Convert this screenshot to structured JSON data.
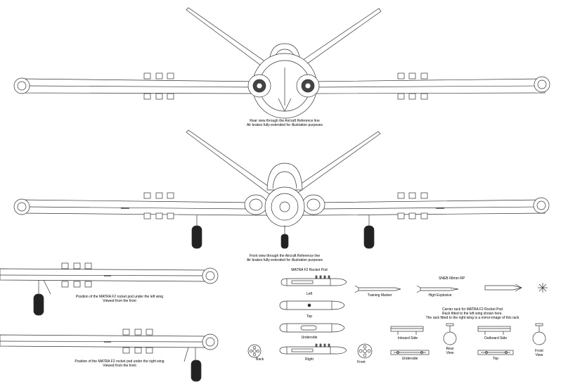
{
  "rear_view": {
    "line1": "Rear view through the Aircraft Reference line",
    "line2": "Air brakes fully-extended for illustration purposes"
  },
  "front_view": {
    "line1": "Front view through the Aircraft Reference line",
    "line2": "Air brakes fully-extended for illustration purposes"
  },
  "left_wing": {
    "line1": "Position of the MATRA F2 rocket  pod under the left wing",
    "line2": "Viewed from the front"
  },
  "right_wing": {
    "line1": "Position of the MATRA F2 rocket  pod under the right  wing",
    "line2": "Viewed from the front"
  },
  "rocket_pod": {
    "title": "MATRA F2 Rocket Pod",
    "views": [
      "Left",
      "Top",
      "Underside",
      "Right"
    ],
    "back": "Back",
    "front": "Front"
  },
  "rockets": {
    "title": "SNEB 68mm RP",
    "training": "Training Marker",
    "he": "High Explosive"
  },
  "carrier": {
    "line1": "Carrier rack for MATRA F2 Rocket Pod",
    "line2": "Rack fitted to the left wing shown here.",
    "line3": "The rack fitted to the right wing is a mirror-image of this rack",
    "inboard": "Inboard Side",
    "rear": "Rear\nView",
    "outboard": "Outboard Side",
    "front": "Front\nView",
    "underside": "Underside",
    "top": "Top"
  }
}
